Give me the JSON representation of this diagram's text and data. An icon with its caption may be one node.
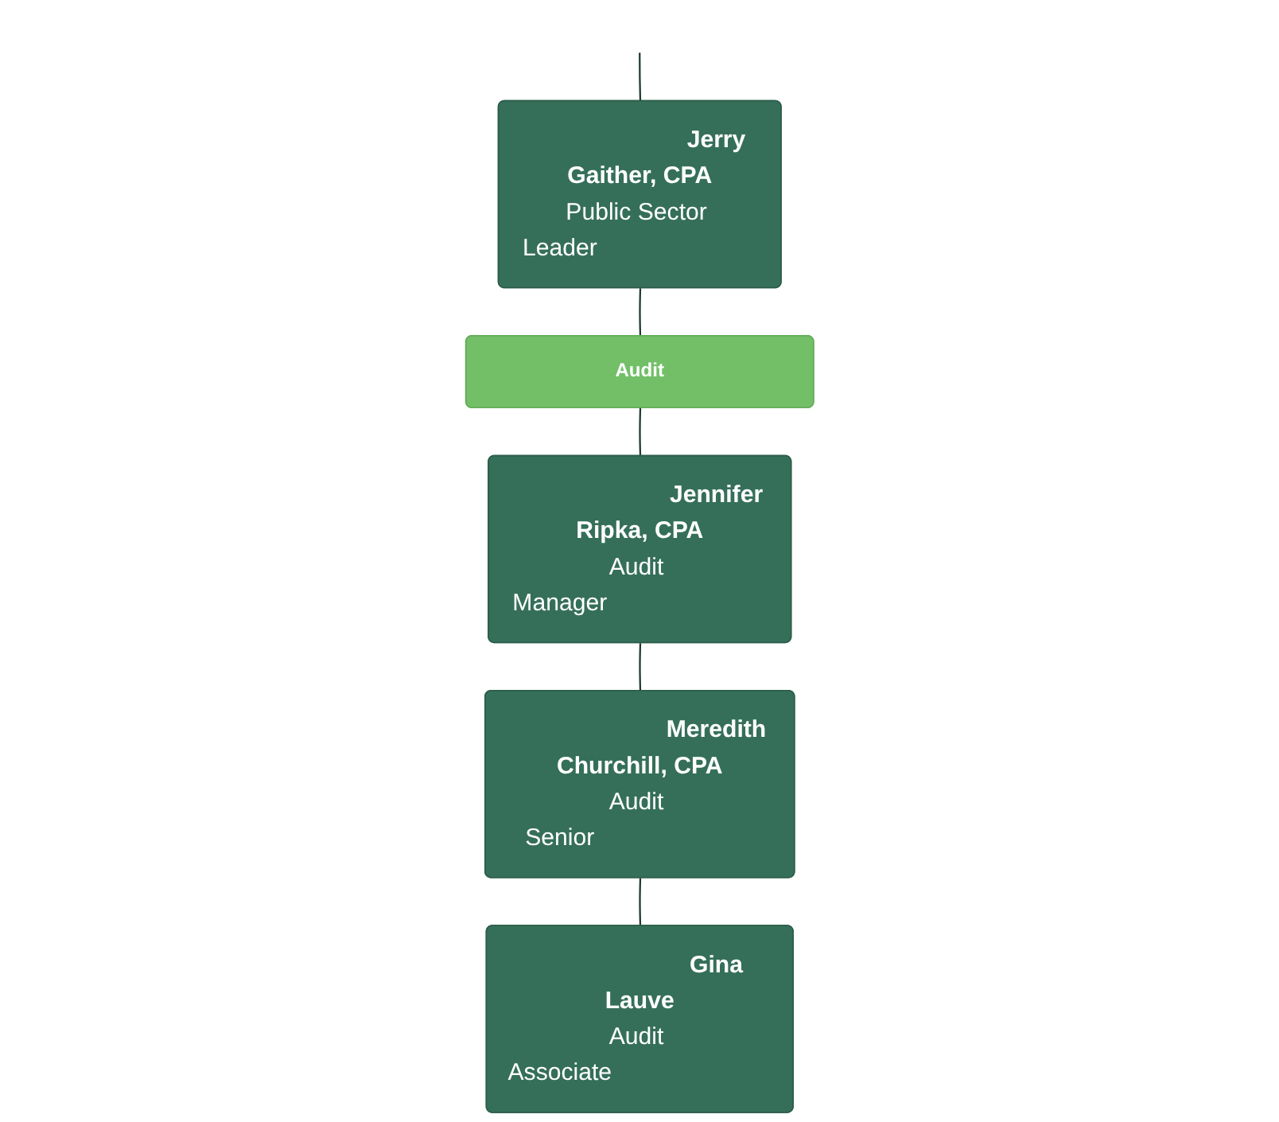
{
  "diagram": {
    "nodes": [
      {
        "text": [
          "Jerry Gaither, CPA",
          "Public Sector Leader"
        ]
      },
      {
        "text": [
          "Audit"
        ]
      },
      {
        "text": [
          "Jennifer Ripka, CPA",
          "Audit Manager"
        ]
      },
      {
        "text": [
          "Meredith Churchill, CPA",
          "Audit Senior"
        ]
      },
      {
        "text": [
          "Gina Lauve",
          "Audit Associate"
        ]
      }
    ],
    "edges": [
      {
        "from": null,
        "to": 0,
        "arrow": "none"
      },
      {
        "from": 0,
        "to": 1,
        "arrow": "none"
      },
      {
        "from": 1,
        "to": 2,
        "arrow": "none"
      },
      {
        "from": 2,
        "to": 3,
        "arrow": "none"
      },
      {
        "from": 3,
        "to": 4,
        "arrow": "none"
      }
    ]
  }
}
